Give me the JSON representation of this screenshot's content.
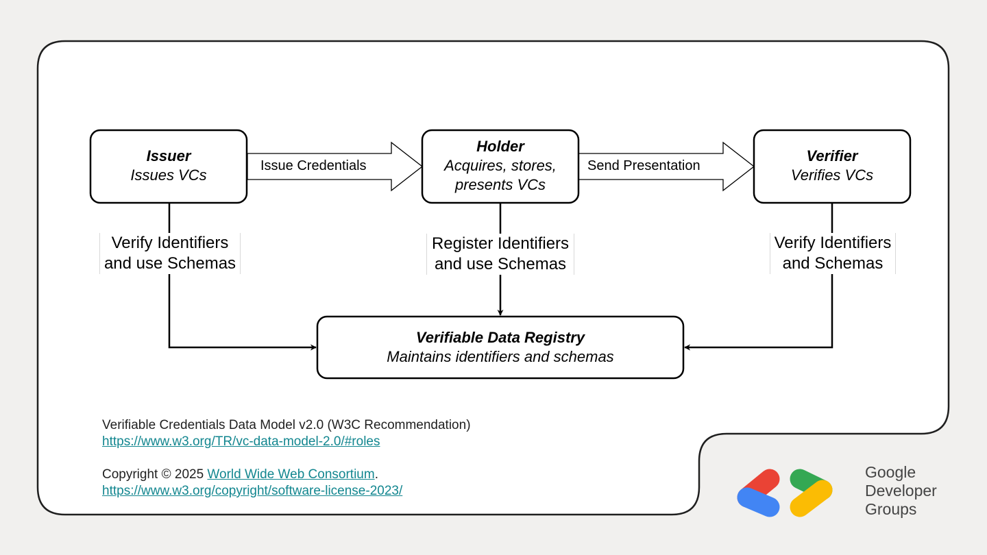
{
  "nodes": {
    "issuer": {
      "title": "Issuer",
      "subtitle": "Issues VCs"
    },
    "holder": {
      "title": "Holder",
      "subtitle_line1": "Acquires, stores,",
      "subtitle_line2": "presents VCs"
    },
    "verifier": {
      "title": "Verifier",
      "subtitle": "Verifies VCs"
    },
    "registry": {
      "title": "Verifiable Data Registry",
      "subtitle": "Maintains identifiers and schemas"
    }
  },
  "edges": {
    "issue": "Issue Credentials",
    "send": "Send Presentation",
    "issuer_registry": {
      "line1": "Verify Identifiers",
      "line2": "and use Schemas"
    },
    "holder_registry": {
      "line1": "Register Identifiers",
      "line2": "and use Schemas"
    },
    "verifier_registry": {
      "line1": "Verify Identifiers",
      "line2": "and Schemas"
    }
  },
  "footer": {
    "source_title": "Verifiable Credentials Data Model v2.0 (W3C Recommendation)",
    "source_url": "https://www.w3.org/TR/vc-data-model-2.0/#roles",
    "copyright_prefix": "Copyright © 2025 ",
    "copyright_org": "World Wide Web Consortium",
    "copyright_suffix": ".",
    "license_url": "https://www.w3.org/copyright/software-license-2023/"
  },
  "brand": {
    "line1": "Google",
    "line2": "Developer",
    "line3": "Groups",
    "colors": {
      "red": "#ea4335",
      "blue": "#4285f4",
      "green": "#34a853",
      "yellow": "#fbbc04"
    }
  }
}
